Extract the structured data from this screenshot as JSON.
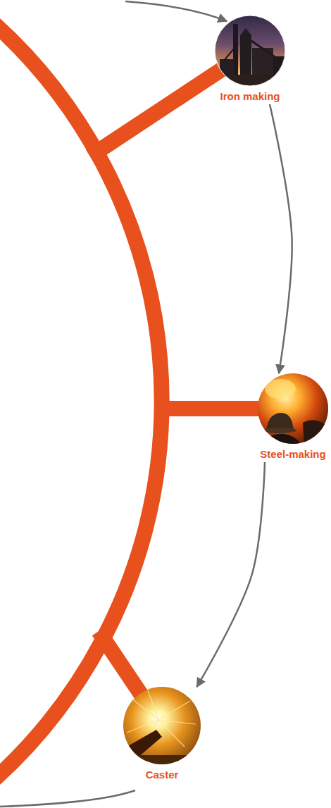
{
  "diagram": {
    "nodes": [
      {
        "text": [
          "Iron making"
        ]
      },
      {
        "text": [
          "Steel-making"
        ]
      },
      {
        "text": [
          "Caster"
        ]
      }
    ],
    "edges": [
      {
        "from": 0,
        "to": 1,
        "arrow": "to"
      },
      {
        "from": 1,
        "to": 2,
        "arrow": "to"
      }
    ]
  }
}
